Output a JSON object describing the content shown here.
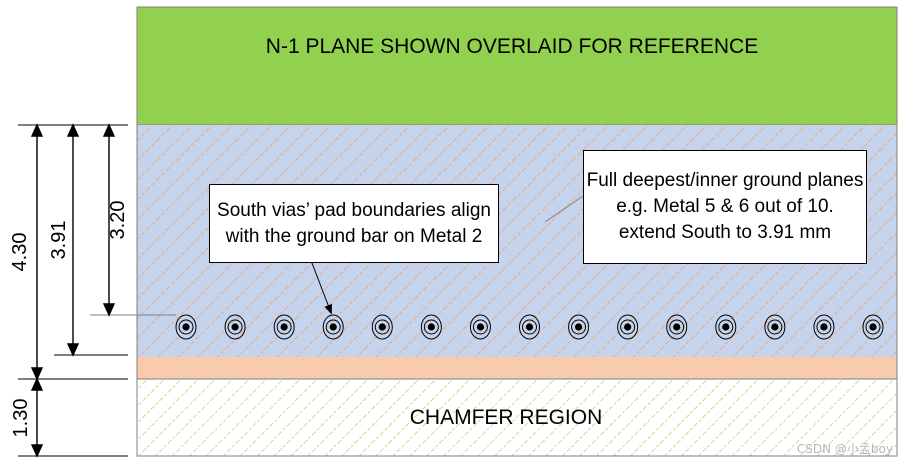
{
  "top_plane": {
    "label": "N-1 PLANE SHOWN OVERLAID FOR REFERENCE",
    "color": "#92d050"
  },
  "ground_plane": {
    "fill": "#c5d4ec",
    "hatch_color": "#f4a06a",
    "callout_lines": [
      "Full deepest/inner ground planes",
      "e.g. Metal 5 & 6 out of 10.",
      "extend South to 3.91 mm"
    ]
  },
  "vias": {
    "count": 15,
    "callout_lines": [
      "South vias’ pad boundaries align",
      "with the ground bar on Metal 2"
    ]
  },
  "pink_band": {
    "color": "#f8cbad"
  },
  "chamfer": {
    "label": "CHAMFER REGION",
    "hatch_color": "#92d050"
  },
  "dimensions": [
    {
      "label": "4.30"
    },
    {
      "label": "3.91"
    },
    {
      "label": "3.20"
    },
    {
      "label": "1.30"
    }
  ],
  "watermark": "CSDN @小孟boy"
}
